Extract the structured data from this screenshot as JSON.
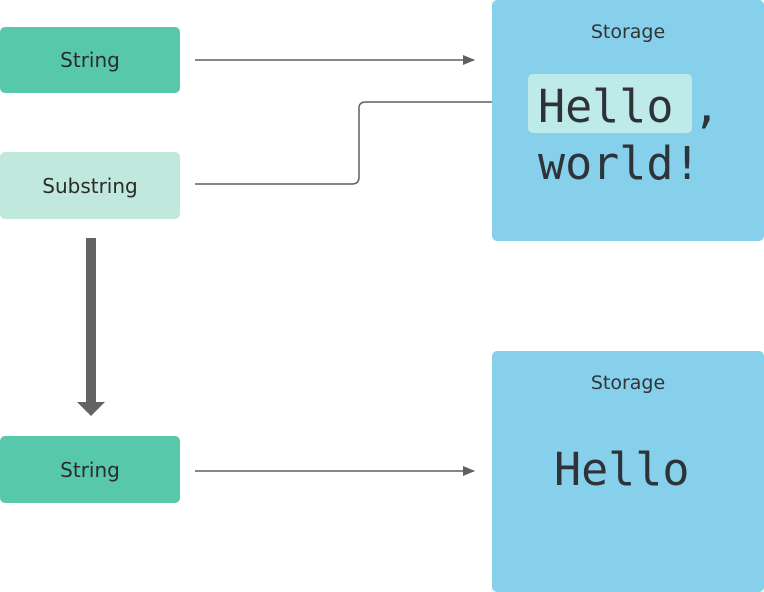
{
  "nodes": {
    "string_top": "String",
    "substring": "Substring",
    "string_bottom": "String"
  },
  "storage_top": {
    "title": "Storage",
    "hello": "Hello",
    "comma": ",",
    "world": "world!"
  },
  "storage_bottom": {
    "title": "Storage",
    "text": "Hello"
  },
  "colors": {
    "string": "#57c9aa",
    "substring": "#c1e8dd",
    "storage": "#86d0ec",
    "highlight": "#bfeaea",
    "arrow": "#5f5f5f",
    "big_arrow": "#636363"
  }
}
